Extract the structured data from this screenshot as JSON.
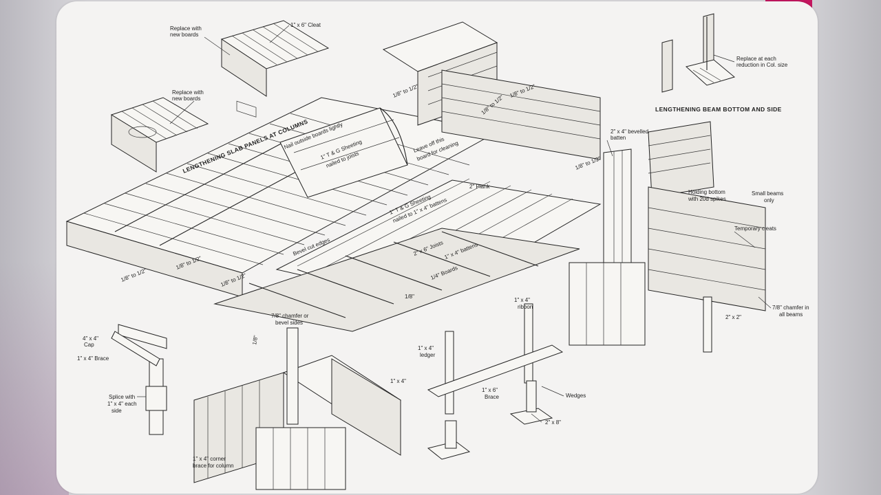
{
  "labels": {
    "replace_new_boards_1": "Replace with",
    "replace_new_boards_1b": "new boards",
    "cleat": "1\" x 6\" Cleat",
    "replace_new_boards_2": "Replace with",
    "replace_new_boards_2b": "new boards",
    "lengthening_slab": "LENGTHENING SLAB PANELS AT COLUMNS",
    "nail_outside": "Nail outside boards lightly",
    "tg_sheeting_joists_1": "1\" T & G Sheeting",
    "tg_sheeting_joists_2": "nailed to joists",
    "leave_off_1": "Leave off this",
    "leave_off_2": "board for cleaning",
    "plank": "2\" Plank",
    "tg_sheeting_battens_1": "1\" T & G Sheeting",
    "tg_sheeting_battens_2": "nailed to 1\" x 4\" battens",
    "bevel_cut_edges": "Bevel cut edges",
    "joists_2x6": "2\" x 6\" Joists",
    "battens_1x4": "1\" x 4\" battens",
    "boards_1_4": "1/4\" Boards",
    "eighth_half_a": "1/8\" to 1/2\"",
    "eighth_half_b": "1/8\" to 1/2\"",
    "eighth_half_c": "1/8\" to 1/2\"",
    "eighth_half_d": "1/8\" to 1/2\"",
    "eighth_half_e": "1/8\" to 1/2\"",
    "eighth_half_f": "1/8\" to 1/2\"",
    "eighth_half_g": "1/8\" to 1/2\"",
    "eighth_a": "1/8\"",
    "eighth_b": "1/8\"",
    "replace_each_1": "Replace at each",
    "replace_each_2": "reduction in Col. size",
    "lengthening_beam": "LENGTHENING BEAM BOTTOM AND SIDE",
    "bevelled_batten_1": "2\" x 4\" bevelled",
    "bevelled_batten_2": "batten",
    "holding_bottom_1": "Holding bottom",
    "holding_bottom_2": "with 20d spikes",
    "small_beams_1": "Small beams",
    "small_beams_2": "only",
    "temporary_cleats": "Temporary cleats",
    "chamfer_beams_1": "7/8\" chamfer in",
    "chamfer_beams_2": "all beams",
    "two_by_two": "2\" x 2\"",
    "ribbon_1": "1\" x 4\"",
    "ribbon_2": "ribbon",
    "chamfer_bevel_1": "7/8\" chamfer or",
    "chamfer_bevel_2": "bevel sides",
    "ledger_1": "1\" x 4\"",
    "ledger_2": "ledger",
    "one_by_four": "1\" x 4\"",
    "cap_1": "4\" x 4\"",
    "cap_2": "Cap",
    "brace_1x4": "1\" x 4\" Brace",
    "splice_1": "Splice with",
    "splice_2": "1\" x 4\" each",
    "splice_3": "side",
    "corner_brace_1": "1\" x 4\" corner",
    "corner_brace_2": "brace for column",
    "brace_1x6_1": "1\" x 6\"",
    "brace_1x6_2": "Brace",
    "wedges": "Wedges",
    "two_by_eight": "2\" x 8\""
  },
  "colors": {
    "accent": "#c4165f",
    "ink": "#222222",
    "paper": "#f4f3f2"
  }
}
